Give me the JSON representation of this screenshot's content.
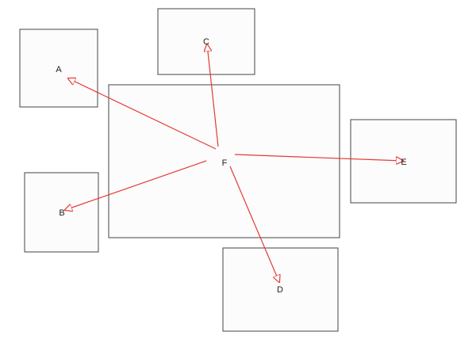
{
  "diagram": {
    "edge_color": "#e53935",
    "center": {
      "id": "F",
      "label": "F"
    },
    "nodes": [
      {
        "id": "A",
        "label": "A"
      },
      {
        "id": "B",
        "label": "B"
      },
      {
        "id": "C",
        "label": "C"
      },
      {
        "id": "D",
        "label": "D"
      },
      {
        "id": "E",
        "label": "E"
      }
    ],
    "edges": [
      {
        "from": "F",
        "to": "A"
      },
      {
        "from": "F",
        "to": "B"
      },
      {
        "from": "F",
        "to": "C"
      },
      {
        "from": "F",
        "to": "D"
      },
      {
        "from": "F",
        "to": "E"
      }
    ]
  }
}
